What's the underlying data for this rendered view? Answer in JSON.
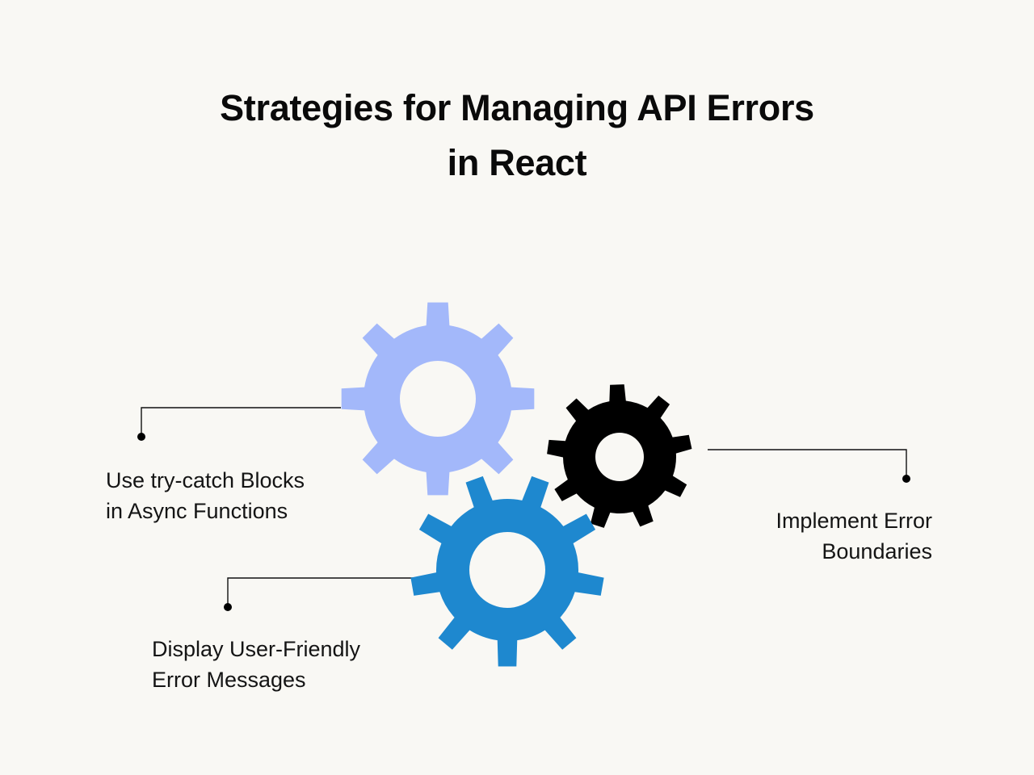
{
  "title": {
    "line1": "Strategies for Managing API Errors",
    "line2": "in React"
  },
  "colors": {
    "background": "#f9f8f4",
    "gear_light": "#a3b8fa",
    "gear_black": "#000000",
    "gear_blue": "#1e88cf",
    "connector": "#111111"
  },
  "strategies": [
    {
      "id": "try-catch",
      "line1": "Use try-catch Blocks",
      "line2": "in Async Functions",
      "gear": "gear_light"
    },
    {
      "id": "error-boundaries",
      "line1": "Implement Error",
      "line2": "Boundaries",
      "gear": "gear_black"
    },
    {
      "id": "user-friendly-messages",
      "line1": "Display User-Friendly",
      "line2": "Error Messages",
      "gear": "gear_blue"
    }
  ],
  "icons": {
    "gear_light": "gear-icon",
    "gear_black": "gear-icon",
    "gear_blue": "gear-icon"
  }
}
